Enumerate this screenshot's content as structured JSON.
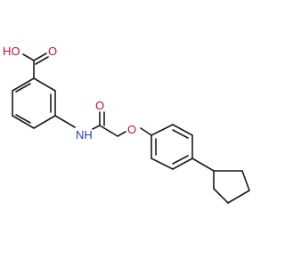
{
  "atoms": {
    "ho": "HO",
    "o_acid": "O",
    "nh": "NH",
    "o_amide": "O",
    "o_ether": "O"
  },
  "colors": {
    "bond": "#1a1a1a",
    "oxygen": "#c8102e",
    "nitrogen": "#1f3fb5"
  }
}
